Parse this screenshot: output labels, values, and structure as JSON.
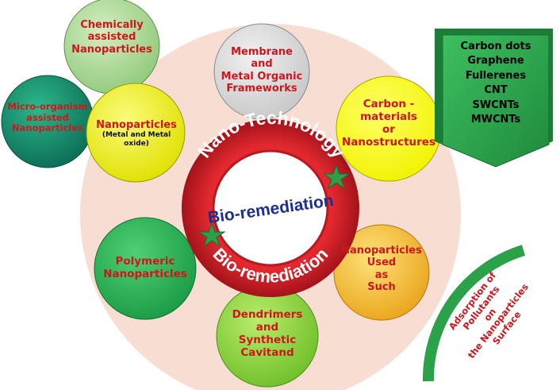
{
  "center": {
    "title": "Bio-remediation",
    "ring_top": "Nano-Technology",
    "ring_bottom": "Bio-remediation"
  },
  "nodes": {
    "chemically": {
      "line1": "Chemically",
      "line2": "assisted",
      "line3": "Nanoparticles"
    },
    "microorganism": {
      "line1": "Micro-organism",
      "line2": "assisted",
      "line3": "Nanoparticles"
    },
    "membrane": {
      "line1": "Membrane",
      "line2": "and",
      "line3": "Metal Organic",
      "line4": "Frameworks"
    },
    "nanoparticles_metal": {
      "line1": "Nanoparticles",
      "line2": "(Metal and Metal",
      "line3": "oxide)"
    },
    "carbon": {
      "line1": "Carbon -",
      "line2": "materials",
      "line3": "or",
      "line4": "Nanostructures"
    },
    "polymeric": {
      "line1": "Polymeric",
      "line2": "Nanoparticles"
    },
    "used_as_such": {
      "line1": "Nanoparticles",
      "line2": "Used",
      "line3": "as",
      "line4": "Such"
    },
    "dendrimers": {
      "line1": "Dendrimers",
      "line2": "and",
      "line3": "Synthetic",
      "line4": "Cavitand"
    }
  },
  "carbon_list": [
    "Carbon dots",
    "Graphene",
    "Fullerenes",
    "CNT",
    "SWCNTs",
    "MWCNTs"
  ],
  "adsorption": {
    "line1": "Adsorption of Pollutants",
    "line2": "on",
    "line3": "the Nanoparticles",
    "line4": "Surface"
  },
  "colors": {
    "ring_red": "#d42028",
    "star_green": "#2e9e4a",
    "background_disc": "#f7ddd2",
    "banner_green": "#2ea84f",
    "arc_green": "#2ba24a"
  }
}
